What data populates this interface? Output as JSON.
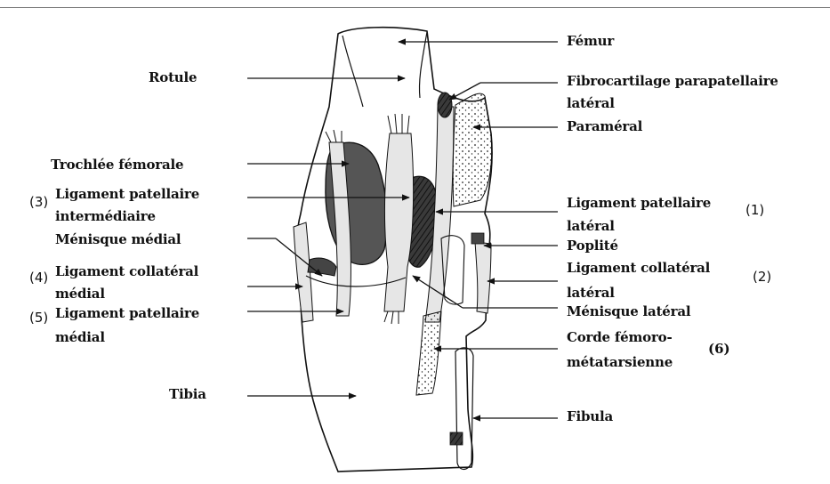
{
  "labels": {
    "femur": "Fémur",
    "rotule": "Rotule",
    "fibro_1": "Fibrocartilage parapatellaire",
    "fibro_2": "latéral",
    "parameral": "Paraméral",
    "trochlee": "Trochlée fémorale",
    "lig_pat_int_1": "Ligament patellaire",
    "lig_pat_int_2": "intermédiaire",
    "lig_pat_lat_1": "Ligament patellaire",
    "lig_pat_lat_2": "latéral",
    "menisque_medial": "Ménisque médial",
    "poplite": "Poplité",
    "lig_col_med_1": "Ligament collatéral",
    "lig_col_med_2": "médial",
    "lig_col_lat_1": "Ligament collatéral",
    "lig_col_lat_2": "latéral",
    "lig_pat_med_1": "Ligament patellaire",
    "lig_pat_med_2": "médial",
    "menisque_lateral": "Ménisque latéral",
    "corde_1": "Corde fémoro-",
    "corde_2": "métatarsienne",
    "tibia": "Tibia",
    "fibula": "Fibula"
  },
  "numbers": {
    "n1": "(1)",
    "n2": "(2)",
    "n3": "(3)",
    "n4": "(4)",
    "n5": "(5)",
    "n6": "(6)"
  }
}
